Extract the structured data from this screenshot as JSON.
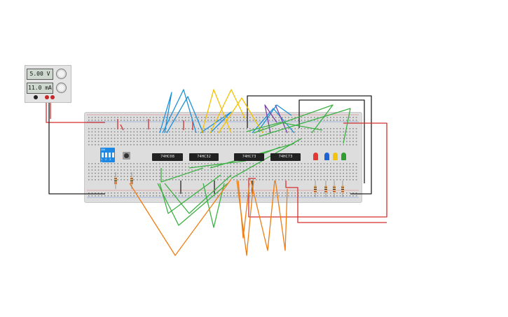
{
  "power_supply": {
    "voltage": "5.00 V",
    "current": "11.0 mA"
  },
  "chips": [
    {
      "label": "74HC08"
    },
    {
      "label": "74HC32"
    },
    {
      "label": "74HC73"
    },
    {
      "label": "74HC73"
    }
  ],
  "dip_switch": {
    "on_label": "ON",
    "numbers": "1 2 3 4"
  },
  "leds": [
    {
      "color": "#e53935"
    },
    {
      "color": "#1e63d6"
    },
    {
      "color": "#f1c40f"
    },
    {
      "color": "#2e9e2e"
    }
  ],
  "wire_colors": {
    "red": "#d32f2f",
    "black": "#222222",
    "blue": "#1e90d8",
    "yellow": "#f2c200",
    "purple": "#7b3fa6",
    "green": "#3cb043",
    "orange": "#ef7d12"
  }
}
